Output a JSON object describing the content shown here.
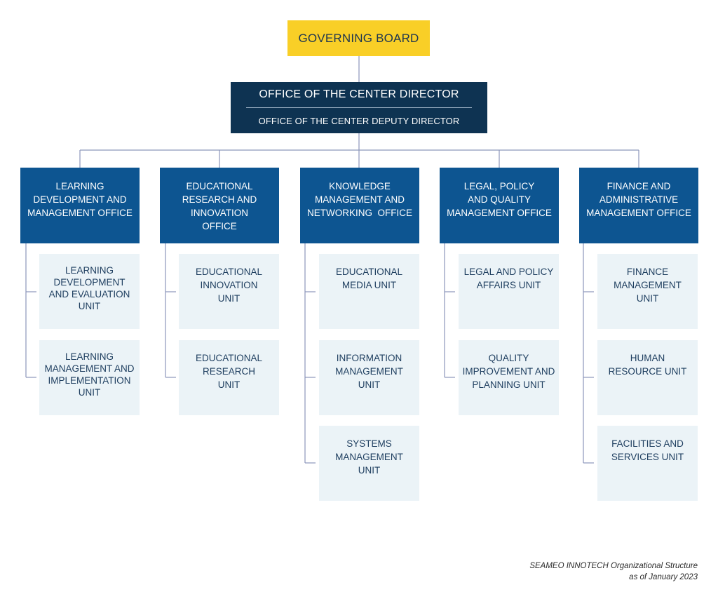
{
  "governing_board": "GOVERNING BOARD",
  "director": {
    "title": "OFFICE OF THE CENTER DIRECTOR",
    "deputy": "OFFICE OF THE CENTER DEPUTY DIRECTOR"
  },
  "offices": [
    {
      "name": "LEARNING\nDEVELOPMENT AND\nMANAGEMENT OFFICE",
      "units": [
        "LEARNING\nDEVELOPMENT\nAND EVALUATION\nUNIT",
        "LEARNING\nMANAGEMENT AND\nIMPLEMENTATION\nUNIT"
      ]
    },
    {
      "name": "EDUCATIONAL\nRESEARCH AND\nINNOVATION\nOFFICE",
      "units": [
        "EDUCATIONAL\nINNOVATION\nUNIT",
        "EDUCATIONAL\nRESEARCH\nUNIT"
      ]
    },
    {
      "name": "KNOWLEDGE\nMANAGEMENT AND\nNETWORKING  OFFICE",
      "units": [
        "EDUCATIONAL\nMEDIA UNIT",
        "INFORMATION\nMANAGEMENT\nUNIT",
        "SYSTEMS\nMANAGEMENT\nUNIT"
      ]
    },
    {
      "name": "LEGAL, POLICY\nAND QUALITY\nMANAGEMENT OFFICE",
      "units": [
        "LEGAL AND POLICY\nAFFAIRS UNIT",
        "QUALITY\nIMPROVEMENT AND\nPLANNING UNIT"
      ]
    },
    {
      "name": "FINANCE AND\nADMINISTRATIVE\nMANAGEMENT OFFICE",
      "units": [
        "FINANCE\nMANAGEMENT\nUNIT",
        "HUMAN\nRESOURCE UNIT",
        "FACILITIES AND\nSERVICES UNIT"
      ]
    }
  ],
  "credit": {
    "line1": "SEAMEO INNOTECH Organizational Structure",
    "line2": "as of January 2023"
  },
  "colors": {
    "board": "#f9cf27",
    "director": "#0e3352",
    "office": "#0d5591",
    "unit": "#ebf3f7",
    "connector": "#8c96ba"
  }
}
